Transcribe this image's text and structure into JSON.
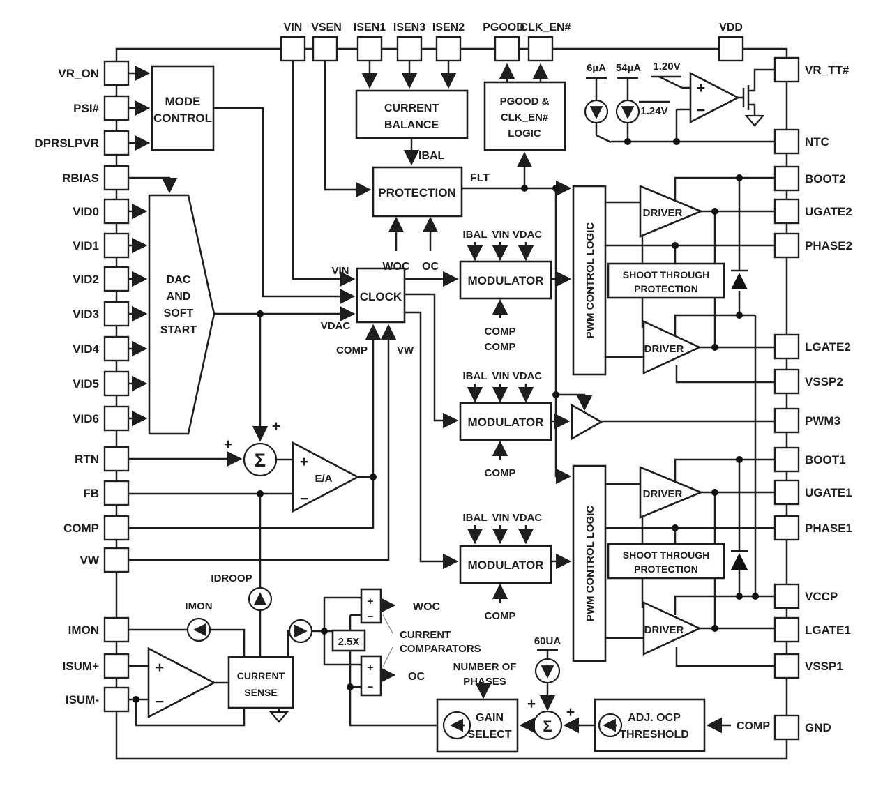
{
  "pins": {
    "top": [
      {
        "label": "VIN"
      },
      {
        "label": "VSEN"
      },
      {
        "label": "ISEN1"
      },
      {
        "label": "ISEN3"
      },
      {
        "label": "ISEN2"
      },
      {
        "label": "PGOOD"
      },
      {
        "label": "CLK_EN#"
      },
      {
        "label": "VDD"
      }
    ],
    "left": [
      {
        "label": "VR_ON"
      },
      {
        "label": "PSI#"
      },
      {
        "label": "DPRSLPVR"
      },
      {
        "label": "RBIAS"
      },
      {
        "label": "VID0"
      },
      {
        "label": "VID1"
      },
      {
        "label": "VID2"
      },
      {
        "label": "VID3"
      },
      {
        "label": "VID4"
      },
      {
        "label": "VID5"
      },
      {
        "label": "VID6"
      },
      {
        "label": "RTN"
      },
      {
        "label": "FB"
      },
      {
        "label": "COMP"
      },
      {
        "label": "VW"
      },
      {
        "label": "IMON"
      },
      {
        "label": "ISUM+"
      },
      {
        "label": "ISUM-"
      }
    ],
    "right": [
      {
        "label": "VR_TT#"
      },
      {
        "label": "NTC"
      },
      {
        "label": "BOOT2"
      },
      {
        "label": "UGATE2"
      },
      {
        "label": "PHASE2"
      },
      {
        "label": "LGATE2"
      },
      {
        "label": "VSSP2"
      },
      {
        "label": "PWM3"
      },
      {
        "label": "BOOT1"
      },
      {
        "label": "UGATE1"
      },
      {
        "label": "PHASE1"
      },
      {
        "label": "VCCP"
      },
      {
        "label": "LGATE1"
      },
      {
        "label": "VSSP1"
      },
      {
        "label": "GND"
      }
    ]
  },
  "blocks": {
    "mode_control": {
      "lines": [
        "MODE",
        "CONTROL"
      ]
    },
    "dac": {
      "lines": [
        "DAC",
        "AND",
        "SOFT",
        "START"
      ]
    },
    "current_balance": {
      "lines": [
        "CURRENT",
        "BALANCE"
      ]
    },
    "pgood_logic": {
      "lines": [
        "PGOOD &",
        "CLK_EN#",
        "LOGIC"
      ]
    },
    "protection": {
      "label": "PROTECTION"
    },
    "clock": {
      "label": "CLOCK"
    },
    "modulator": {
      "label": "MODULATOR"
    },
    "pwm_logic": {
      "label": "PWM CONTROL LOGIC"
    },
    "driver": {
      "label": "DRIVER"
    },
    "shoot_through": {
      "lines": [
        "SHOOT THROUGH",
        "PROTECTION"
      ]
    },
    "ea": {
      "label": "E/A"
    },
    "current_sense": {
      "lines": [
        "CURRENT",
        "SENSE"
      ]
    },
    "multiplier": {
      "label": "2.5X"
    },
    "gain_select": {
      "lines": [
        "GAIN",
        "SELECT"
      ]
    },
    "adj_ocp": {
      "lines": [
        "ADJ. OCP",
        "THRESHOLD"
      ]
    }
  },
  "labels": {
    "ibal": "IBAL",
    "flt": "FLT",
    "woc": "WOC",
    "oc": "OC",
    "vin": "VIN",
    "vdac": "VDAC",
    "comp": "COMP",
    "vw": "VW",
    "idroop": "IDROOP",
    "imon": "IMON",
    "i6": "6µA",
    "i54": "54µA",
    "v120": "1.20V",
    "v124": "1.24V",
    "i60": "60UA",
    "cc1": "CURRENT",
    "cc2": "COMPARATORS",
    "nop1": "NUMBER OF",
    "nop2": "PHASES",
    "sigma": "Σ",
    "plus": "+",
    "minus": "−"
  }
}
